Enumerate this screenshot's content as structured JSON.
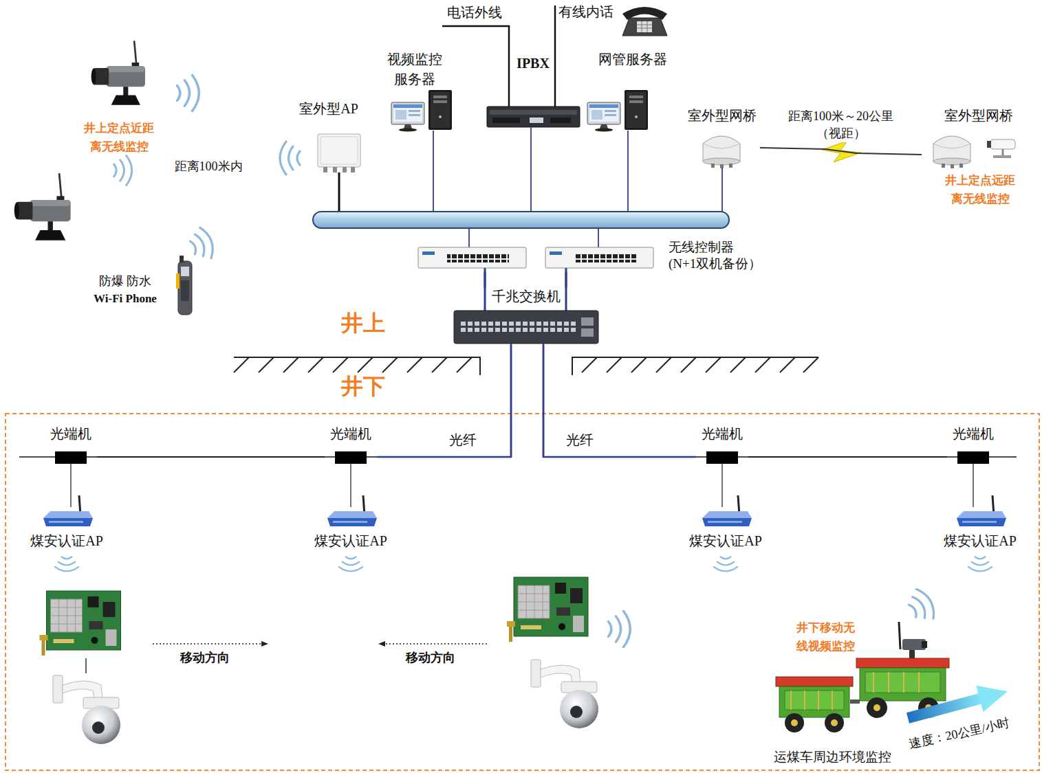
{
  "diagram": {
    "nodes": [
      {
        "text": [
          "视频监控 服务器"
        ]
      },
      {
        "text": [
          "IPBX"
        ]
      },
      {
        "text": [
          "网管服务器"
        ]
      },
      {
        "text": [
          "室外型AP"
        ]
      },
      {
        "text": [
          "室外型网桥"
        ]
      },
      {
        "text": [
          "室外型网桥"
        ]
      },
      {
        "text": [
          "无线控制器 (N+1双机备份）"
        ]
      },
      {
        "text": [
          "千兆交换机"
        ]
      },
      {
        "text": [
          "光端机"
        ]
      },
      {
        "text": [
          "光端机"
        ]
      },
      {
        "text": [
          "光端机"
        ]
      },
      {
        "text": [
          "光端机"
        ]
      },
      {
        "text": [
          "煤安认证AP"
        ]
      },
      {
        "text": [
          "煤安认证AP"
        ]
      },
      {
        "text": [
          "煤安认证AP"
        ]
      },
      {
        "text": [
          "煤安认证AP"
        ]
      }
    ],
    "edges": [
      {
        "from": 4,
        "to": 5,
        "arrow": "none",
        "label": "距离100米～20公里 （视距）"
      },
      {
        "from": 6,
        "to": 7,
        "arrow": "none"
      },
      {
        "from": 6,
        "to": 7,
        "arrow": "none"
      },
      {
        "from": 7,
        "to": 9,
        "arrow": "none"
      },
      {
        "from": 9,
        "to": 8,
        "arrow": "none"
      },
      {
        "from": 7,
        "to": 10,
        "arrow": "none"
      },
      {
        "from": 10,
        "to": 11,
        "arrow": "none"
      },
      {
        "from": 8,
        "to": 12,
        "arrow": "none"
      },
      {
        "from": 9,
        "to": 13,
        "arrow": "none"
      },
      {
        "from": 10,
        "to": 14,
        "arrow": "none"
      },
      {
        "from": 11,
        "to": 15,
        "arrow": "none"
      }
    ],
    "labels": [
      "电话外线",
      "有线内话",
      "井上定点近距离无线监控",
      "距离100米内",
      "防爆 防水",
      "Wi-Fi Phone",
      "井上定点远距离无线监控",
      "井上",
      "井下",
      "光纤",
      "光纤",
      "移动方向",
      "移动方向",
      "井下移动无线视频监控",
      "运煤车周边环境监控",
      "速度：20公里/小时"
    ]
  }
}
